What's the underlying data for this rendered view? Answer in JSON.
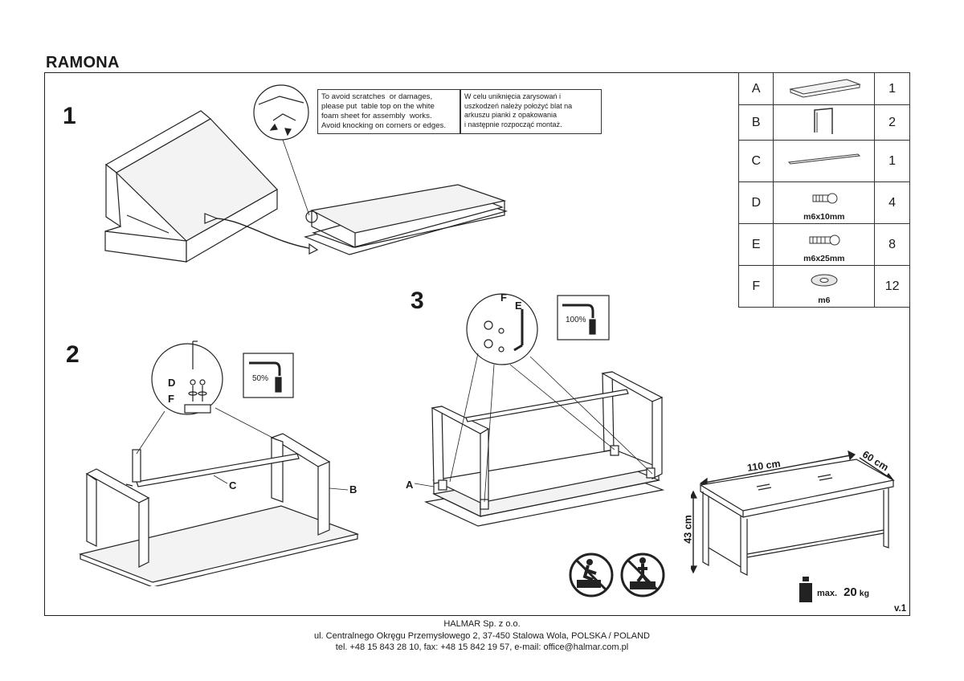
{
  "title": "RAMONA",
  "steps": [
    "1",
    "2",
    "3"
  ],
  "warning": {
    "en": "To avoid scratches  or damages,\nplease put  table top on the white\nfoam sheet for assembly  works.\nAvoid knocking on corners or edges.",
    "pl": "W celu uniknięcia zarysowań i\nuszkodzeń należy położyć blat na\narkuszu pianki z opakowania\ni następnie rozpocząć montaż."
  },
  "parts": [
    {
      "label": "A",
      "qty": "1",
      "caption": "",
      "icon": "table-top-icon"
    },
    {
      "label": "B",
      "qty": "2",
      "caption": "",
      "icon": "leg-frame-icon"
    },
    {
      "label": "C",
      "qty": "1",
      "caption": "",
      "icon": "rail-bar-icon"
    },
    {
      "label": "D",
      "qty": "4",
      "caption": "m6x10mm",
      "icon": "short-bolt-icon"
    },
    {
      "label": "E",
      "qty": "8",
      "caption": "m6x25mm",
      "icon": "long-bolt-icon"
    },
    {
      "label": "F",
      "qty": "12",
      "caption": "m6",
      "icon": "washer-icon"
    }
  ],
  "callouts": {
    "step2_d": "D",
    "step2_f": "F",
    "step2_c": "C",
    "step2_b": "B",
    "step2_tighten": "50%",
    "step3_f": "F",
    "step3_e": "E",
    "step3_a": "A",
    "step3_tighten": "100%"
  },
  "dimensions": {
    "length": "110 cm",
    "width": "60 cm",
    "height": "43 cm"
  },
  "max_load": {
    "prefix": "max.",
    "value": "20",
    "unit": "kg"
  },
  "version": "v.1",
  "footer": {
    "company": "HALMAR Sp. z o.o.",
    "address": "ul. Centralnego Okręgu Przemysłowego 2, 37-450 Stalowa Wola, POLSKA / POLAND",
    "contact": "tel. +48 15 843 28 10, fax: +48 15 842 19 57, e-mail: office@halmar.com.pl"
  },
  "colors": {
    "line": "#222222",
    "fill": "#ffffff",
    "board": "#f3f3f3"
  }
}
